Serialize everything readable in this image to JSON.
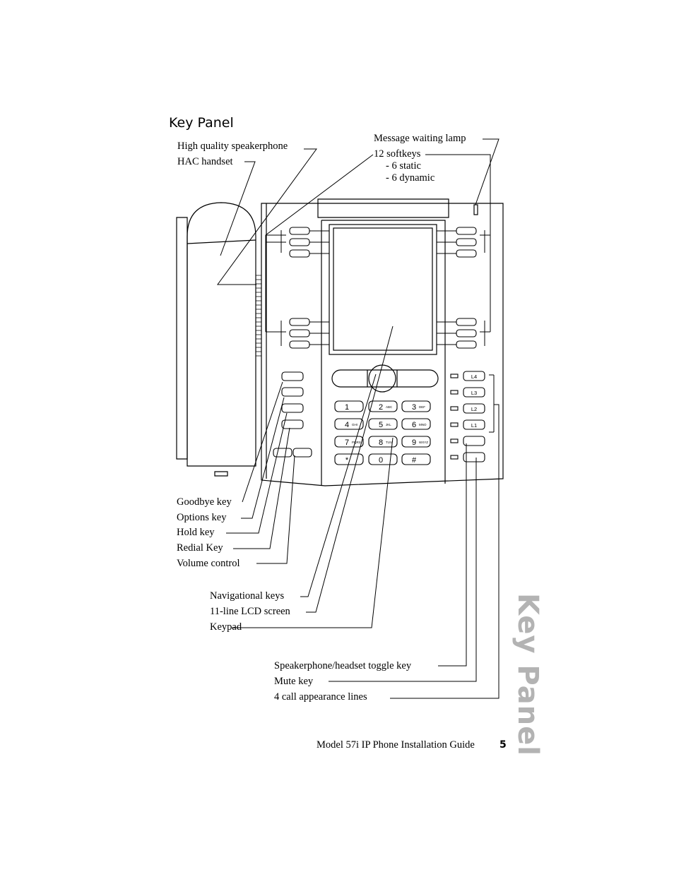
{
  "section_title": "Key Panel",
  "labels": {
    "speakerphone": "High quality speakerphone",
    "handset": "HAC handset",
    "mwl": "Message waiting lamp",
    "softkeys": "12 softkeys",
    "softkeys_static": "- 6 static",
    "softkeys_dynamic": "- 6 dynamic",
    "goodbye": "Goodbye key",
    "options": "Options key",
    "hold": "Hold key",
    "redial": "Redial Key",
    "volume": "Volume control",
    "nav": "Navigational keys",
    "lcd": "11-line LCD screen",
    "keypad": "Keypad",
    "spk_toggle": "Speakerphone/headset toggle key",
    "mute": "Mute key",
    "lines": "4 call appearance lines"
  },
  "keypad_keys": [
    {
      "digit": "1",
      "letters": ""
    },
    {
      "digit": "2",
      "letters": "ABC"
    },
    {
      "digit": "3",
      "letters": "DEF"
    },
    {
      "digit": "4",
      "letters": "GHI"
    },
    {
      "digit": "5",
      "letters": "JKL"
    },
    {
      "digit": "6",
      "letters": "MNO"
    },
    {
      "digit": "7",
      "letters": "PQRS"
    },
    {
      "digit": "8",
      "letters": "TUV"
    },
    {
      "digit": "9",
      "letters": "WXYZ"
    },
    {
      "digit": "*",
      "letters": ""
    },
    {
      "digit": "0",
      "letters": ""
    },
    {
      "digit": "#",
      "letters": ""
    }
  ],
  "line_keys": [
    "L4",
    "L3",
    "L2",
    "L1"
  ],
  "footer": {
    "guide": "Model 57i IP Phone Installation Guide",
    "page": "5"
  },
  "side_tab": "Key Panel"
}
